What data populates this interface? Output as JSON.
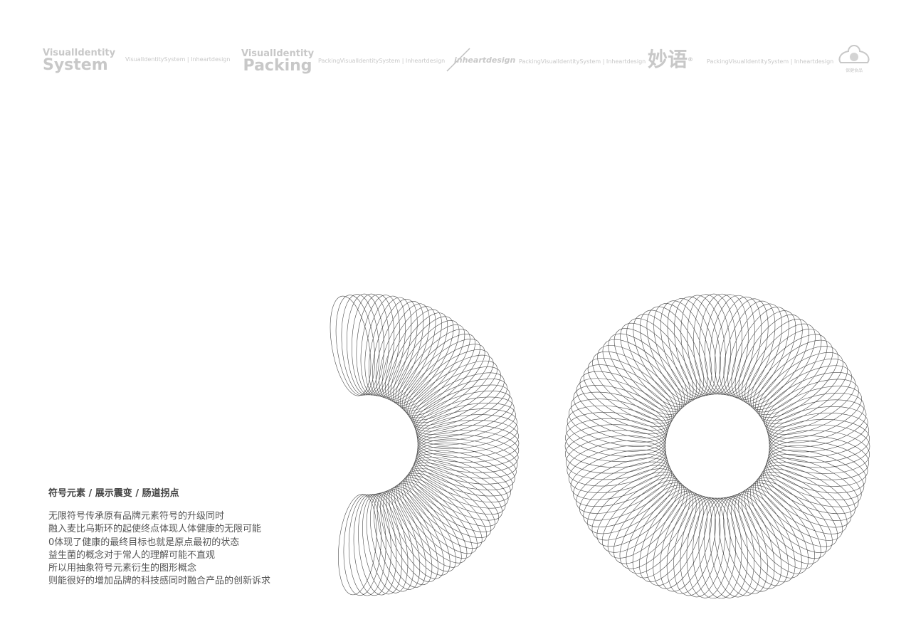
{
  "header": {
    "logo1": {
      "line1": "VisualIdentity",
      "line2": "System"
    },
    "tag1": "VisualIdentitySystem | Inheartdesign",
    "logo2": {
      "line1": "VisualIdentity",
      "line2": "Packing"
    },
    "tag2": "PackingVisualIdentitySystem | Inheartdesign",
    "logo3": "inheartdesign",
    "tag3": "PackingVisualIdentitySystem | Inheartdesign",
    "logo4": "妙语",
    "logo4_mark": "®",
    "tag4": "PackingVisualIdentitySystem | Inheartdesign",
    "logo5": "保健食品"
  },
  "content": {
    "title": "符号元素 / 展示震变 / 肠道拐点",
    "lines": [
      "无限符号传承原有品牌元素符号的升级同时",
      "融入麦比乌斯环的起使终点体现人体健康的无限可能",
      "0体现了健康的最终目标也就是原点最初的状态",
      "益生菌的概念对于常人的理解可能不直观",
      "所以用抽象符号元素衍生的图形概念",
      "则能很好的增加品牌的科技感同时融合产品的创新诉求"
    ]
  },
  "colors": {
    "stroke": "#4a4a4a",
    "header_gray": "#c8c8c8"
  }
}
